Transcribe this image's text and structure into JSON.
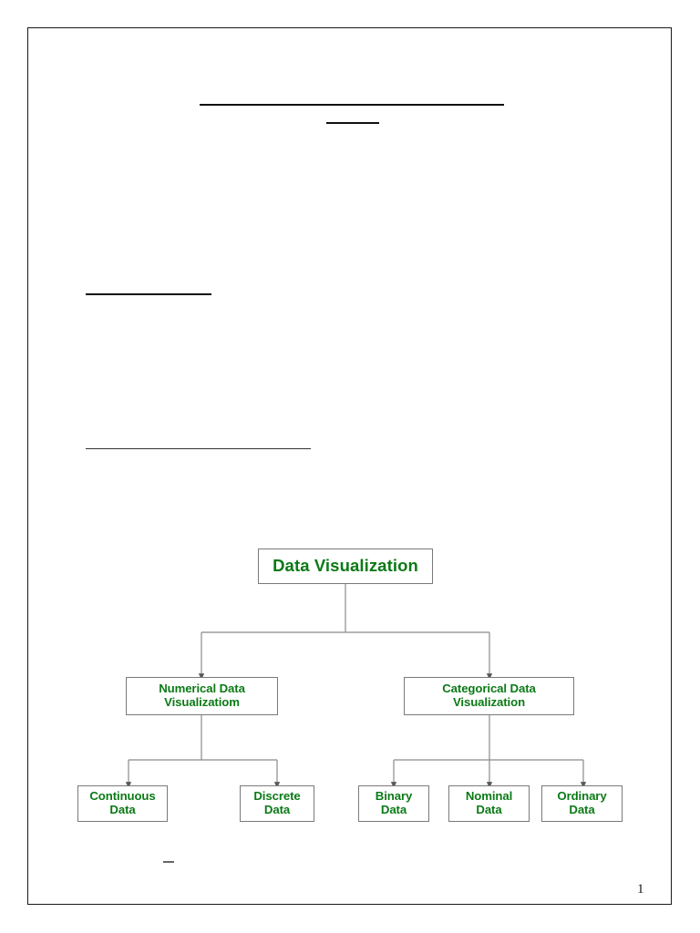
{
  "page": {
    "page_number": "1",
    "background_color": "#ffffff",
    "border_color": "#1a1a1a",
    "accent_green": "#0b7a16",
    "box_border_color": "#7a7a7a",
    "connector_color": "#7a7a7a"
  },
  "heading_rules": [
    {
      "name": "title-rule",
      "label": ""
    },
    {
      "name": "subtitle-rule",
      "label": ""
    },
    {
      "name": "section-rule-1",
      "label": ""
    },
    {
      "name": "section-rule-2",
      "label": ""
    }
  ],
  "stray_mark": {
    "label": "-"
  },
  "chart_data": {
    "type": "diagram",
    "title": "Data Visualization",
    "layout": "top-down tree",
    "levels": 3,
    "nodes": [
      {
        "id": "root",
        "label": "Data Visualization",
        "level": 0,
        "parent": null
      },
      {
        "id": "numerical",
        "label": "Numerical Data\nVisualizatiom",
        "level": 1,
        "parent": "root"
      },
      {
        "id": "categorical",
        "label": "Categorical Data\nVisualization",
        "level": 1,
        "parent": "root"
      },
      {
        "id": "continuous",
        "label": "Continuous\nData",
        "level": 2,
        "parent": "numerical"
      },
      {
        "id": "discrete",
        "label": "Discrete\nData",
        "level": 2,
        "parent": "numerical"
      },
      {
        "id": "binary",
        "label": "Binary\nData",
        "level": 2,
        "parent": "categorical"
      },
      {
        "id": "nominal",
        "label": "Nominal\nData",
        "level": 2,
        "parent": "categorical"
      },
      {
        "id": "ordinary",
        "label": "Ordinary\nData",
        "level": 2,
        "parent": "categorical"
      }
    ],
    "edges": [
      {
        "from": "root",
        "to": "numerical"
      },
      {
        "from": "root",
        "to": "categorical"
      },
      {
        "from": "numerical",
        "to": "continuous"
      },
      {
        "from": "numerical",
        "to": "discrete"
      },
      {
        "from": "categorical",
        "to": "binary"
      },
      {
        "from": "categorical",
        "to": "nominal"
      },
      {
        "from": "categorical",
        "to": "ordinary"
      }
    ]
  }
}
